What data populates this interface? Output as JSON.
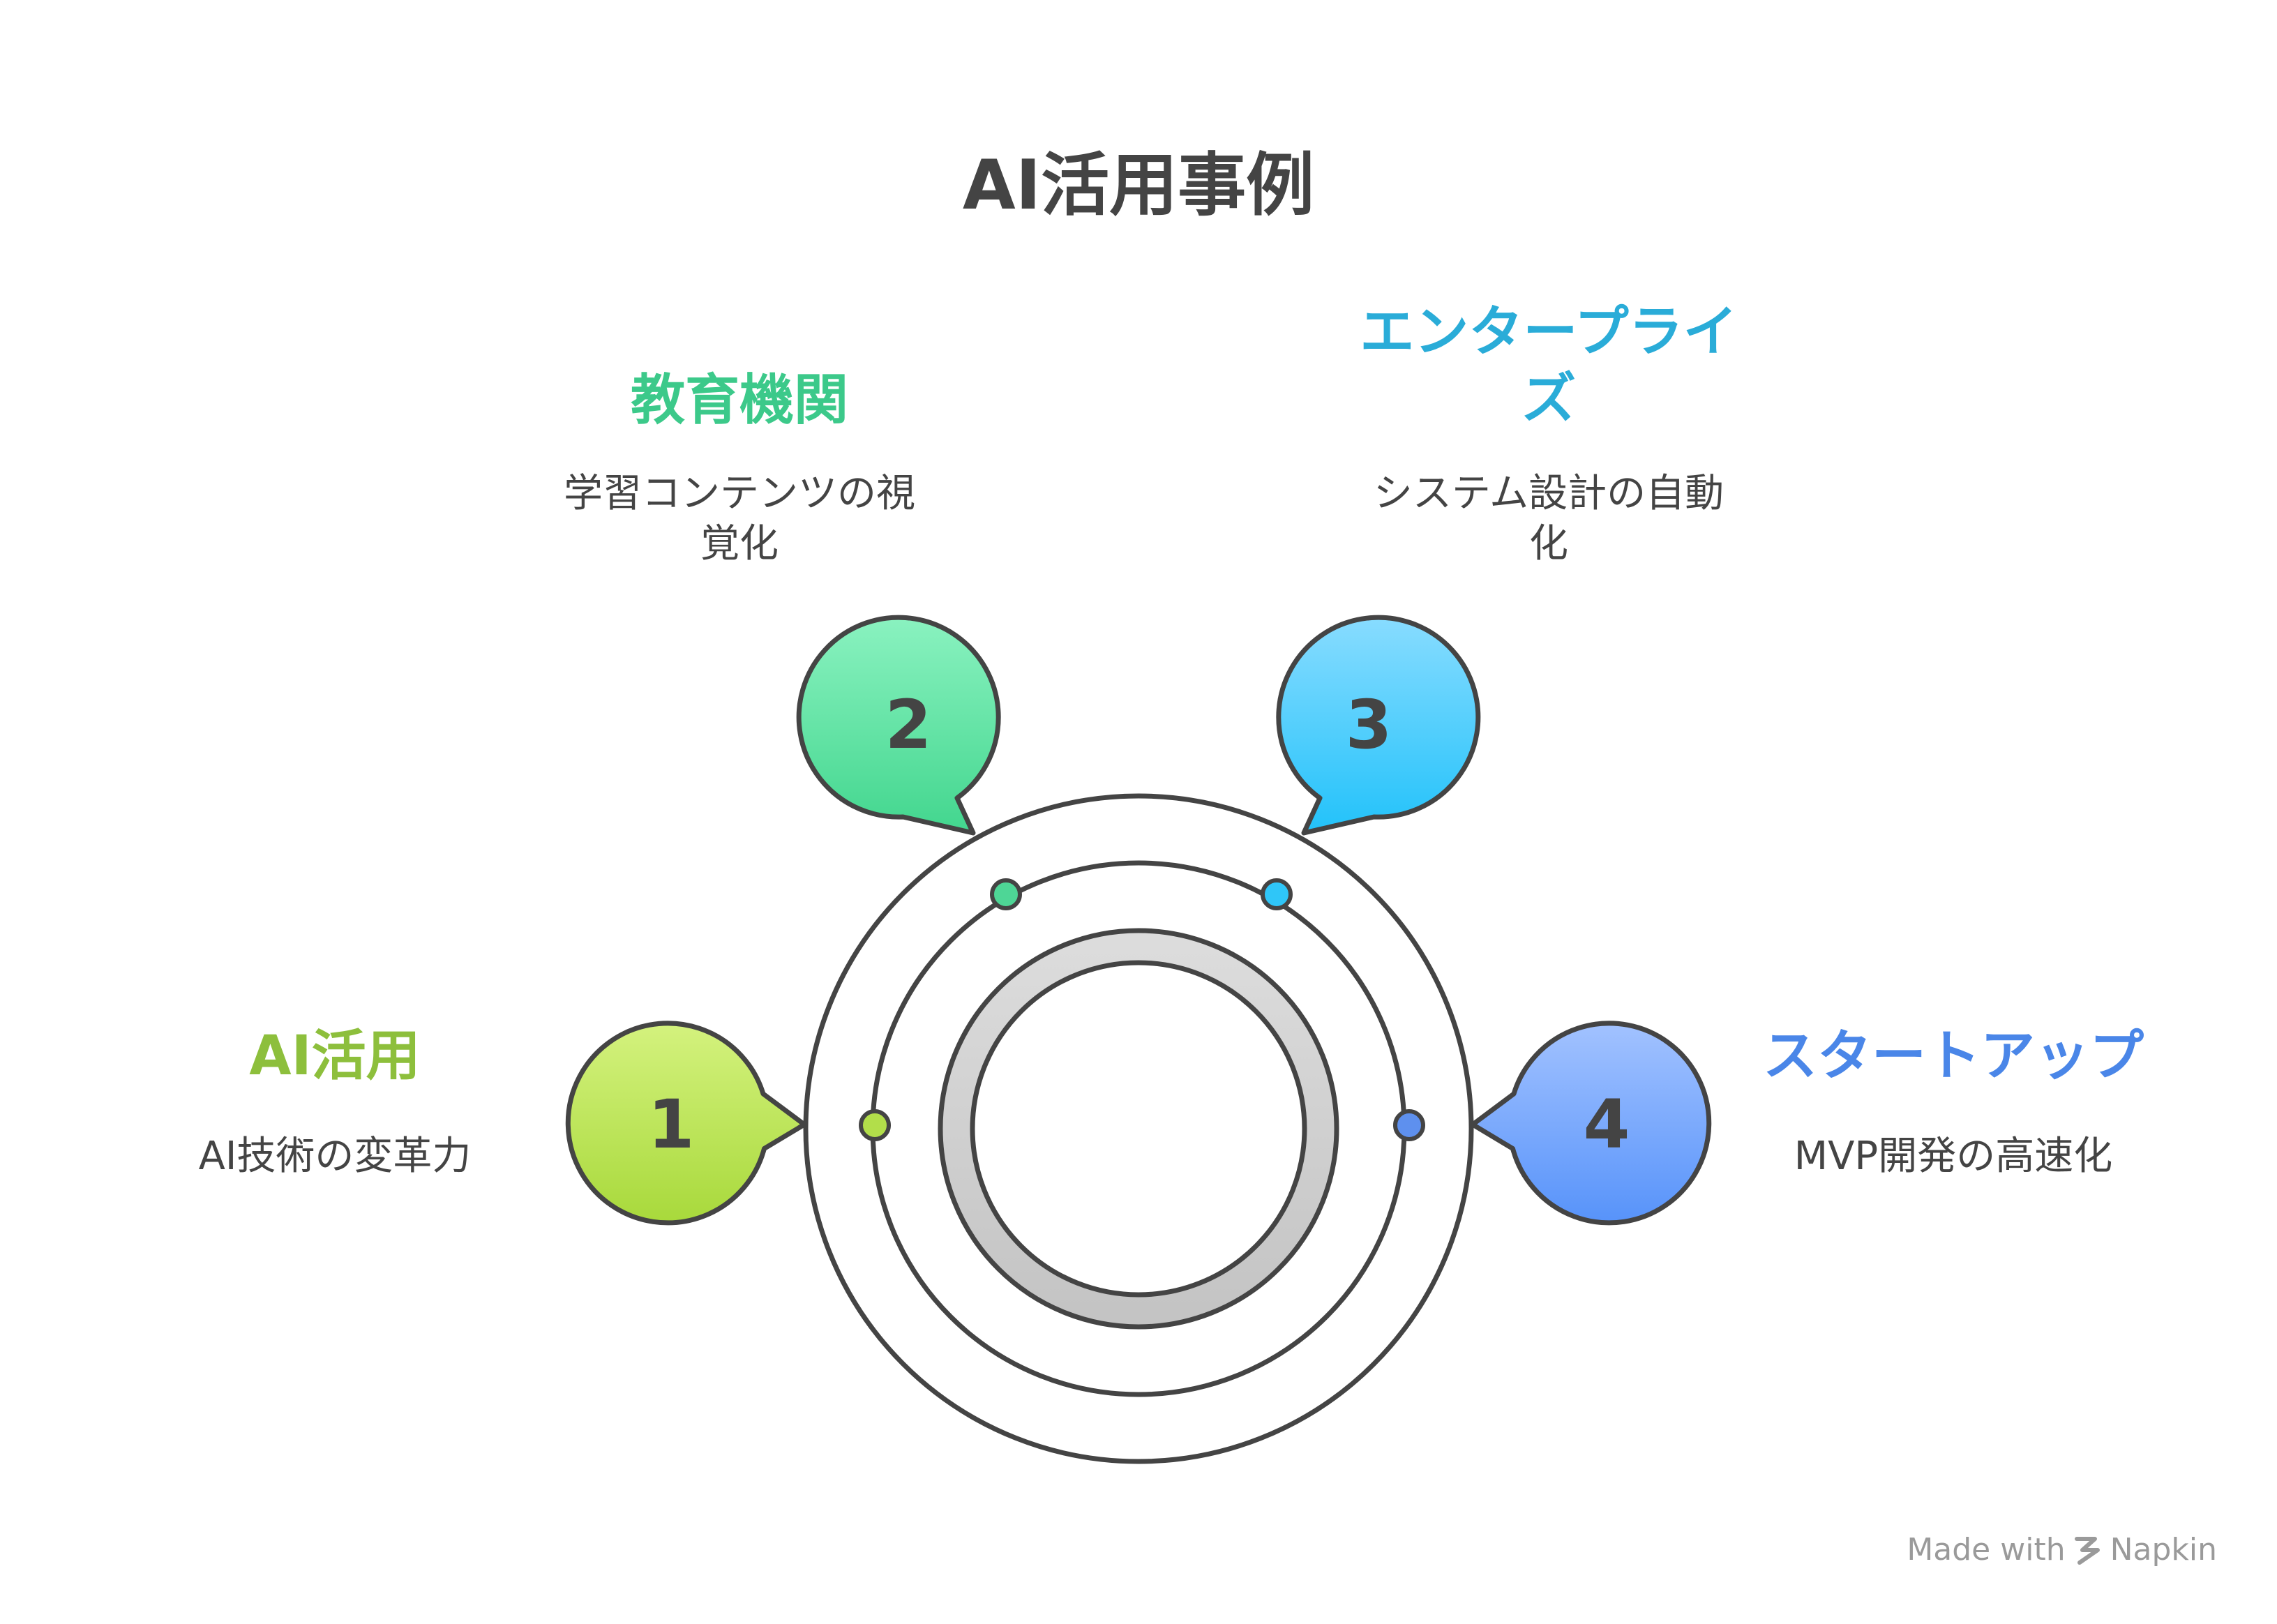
{
  "title": "AI活用事例",
  "colors": {
    "green": "#8DBF3C",
    "teal": "#3CC98A",
    "cyan": "#2AACD8",
    "blue": "#4A86E8",
    "outline": "#444444",
    "ring_gray": "#D0D0D0"
  },
  "items": [
    {
      "number": "1",
      "label": "AI活用",
      "description": [
        "AI技術の変革力"
      ]
    },
    {
      "number": "2",
      "label": "教育機関",
      "description": [
        "学習コンテンツの視",
        "覚化"
      ]
    },
    {
      "number": "3",
      "label": [
        "エンタープライ",
        "ズ"
      ],
      "description": [
        "システム設計の自動",
        "化"
      ]
    },
    {
      "number": "4",
      "label": "スタートアップ",
      "description": [
        "MVP開発の高速化"
      ]
    }
  ],
  "watermark": {
    "prefix": "Made with",
    "brand": "Napkin"
  }
}
